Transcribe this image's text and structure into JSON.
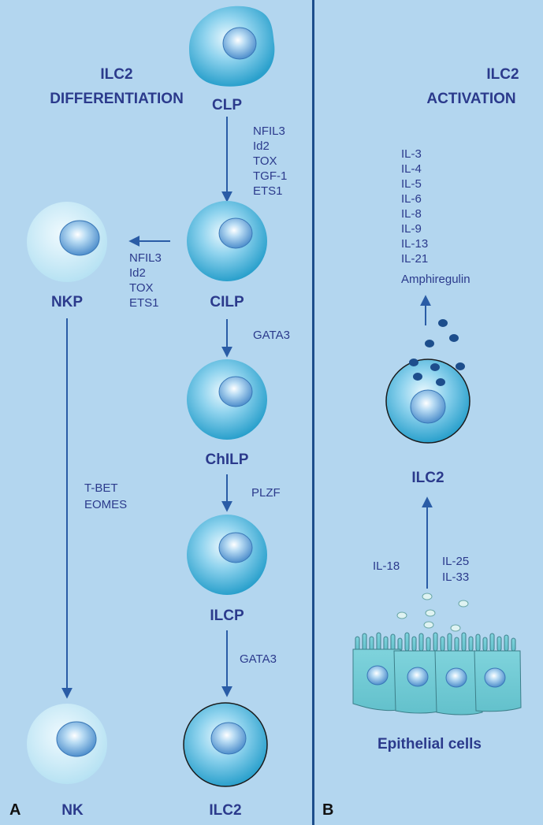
{
  "panel_a": {
    "letter": "A",
    "title_line1": "ILC2",
    "title_line2": "DIFFERENTIATION",
    "cells": {
      "clp": "CLP",
      "cilp": "CILP",
      "nkp": "NKP",
      "chilp": "ChILP",
      "ilcp": "ILCP",
      "ilc2": "ILC2",
      "nk": "NK"
    },
    "factors": {
      "clp_to_cilp": [
        "NFIL3",
        "Id2",
        "TOX",
        "TGF-1",
        "ETS1"
      ],
      "cilp_to_nkp": [
        "NFIL3",
        "Id2",
        "TOX",
        "ETS1"
      ],
      "cilp_to_chilp": [
        "GATA3"
      ],
      "chilp_to_ilcp": [
        "PLZF"
      ],
      "ilcp_to_ilc2": [
        "GATA3"
      ],
      "nkp_to_nk": [
        "T-BET",
        "EOMES"
      ]
    }
  },
  "panel_b": {
    "letter": "B",
    "title_line1": "ILC2",
    "title_line2": "ACTIVATION",
    "secreted": [
      "IL-3",
      "IL-4",
      "IL-5",
      "IL-6",
      "IL-8",
      "IL-9",
      "IL-13",
      "IL-21",
      "Amphiregulin"
    ],
    "cell_label": "ILC2",
    "alarmin_left": "IL-18",
    "alarmin_right": [
      "IL-25",
      "IL-33"
    ],
    "epithelial_label": "Epithelial cells"
  },
  "colors": {
    "background": "#b3d6ef",
    "text": "#2b3a8c",
    "arrow": "#2a5ca6",
    "divider": "#1d4e8c"
  }
}
